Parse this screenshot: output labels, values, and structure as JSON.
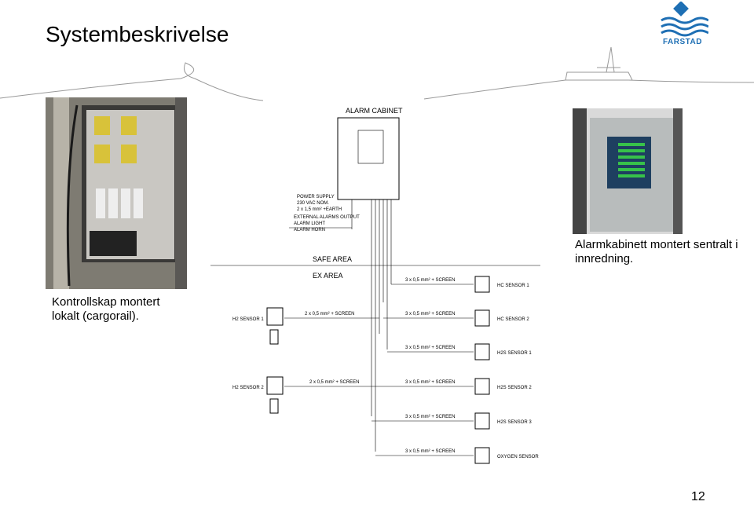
{
  "page": {
    "title": "Systembeskrivelse",
    "page_number": "12",
    "logo_text": "FARSTAD"
  },
  "captions": {
    "left_line1": "Kontrollskap montert",
    "left_line2": "lokalt (cargorail).",
    "right_line1": "Alarmkabinett montert sentralt i",
    "right_line2": "innredning."
  },
  "diagram": {
    "cabinet_title": "ALARM CABINET",
    "power_supply": "POWER SUPPLY",
    "power_voltage": "230 VAC NOM.",
    "power_cable": "2 x 1,5 mm² +EARTH",
    "external_alarms": "EXTERNAL ALARMS OUTPUT",
    "alarm_light": "ALARM LIGHT",
    "alarm_horn": "ALARM HORN",
    "safe_area": "SAFE AREA",
    "ex_area": "EX AREA",
    "cable_3x": "3 x 0,5 mm² + SCREEN",
    "cable_2x": "2 x 0,5 mm² + SCREEN",
    "sensors_right": [
      "HC SENSOR 1",
      "HC SENSOR 2",
      "H2S SENSOR 1",
      "H2S SENSOR 2",
      "H2S SENSOR 3",
      "OXYGEN SENSOR"
    ],
    "sensors_left": [
      "H2 SENSOR 1",
      "H2 SENSOR 2"
    ]
  }
}
